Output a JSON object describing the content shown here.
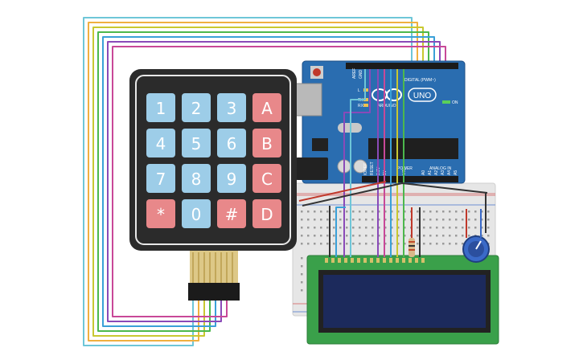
{
  "keypad": {
    "rows": [
      [
        {
          "label": "1",
          "type": "digit"
        },
        {
          "label": "2",
          "type": "digit"
        },
        {
          "label": "3",
          "type": "digit"
        },
        {
          "label": "A",
          "type": "letter"
        }
      ],
      [
        {
          "label": "4",
          "type": "digit"
        },
        {
          "label": "5",
          "type": "digit"
        },
        {
          "label": "6",
          "type": "digit"
        },
        {
          "label": "B",
          "type": "letter"
        }
      ],
      [
        {
          "label": "7",
          "type": "digit"
        },
        {
          "label": "8",
          "type": "digit"
        },
        {
          "label": "9",
          "type": "digit"
        },
        {
          "label": "C",
          "type": "letter"
        }
      ],
      [
        {
          "label": "*",
          "type": "letter"
        },
        {
          "label": "0",
          "type": "digit"
        },
        {
          "label": "#",
          "type": "letter"
        },
        {
          "label": "D",
          "type": "letter"
        }
      ]
    ]
  },
  "arduino": {
    "brand": "ARDUINO",
    "model": "UNO",
    "digital_label": "DIGITAL (PWM~)",
    "power_label": "POWER",
    "analog_label": "ANALOG IN",
    "on_label": "ON",
    "tx_label": "TX",
    "rx_label": "RX",
    "l_label": "L",
    "aref_label": "AREF",
    "gnd_label": "GND",
    "ioref_label": "IOREF",
    "reset_label": "RESET",
    "v33_label": "3.3V",
    "v5_label": "5V",
    "vin_label": "VIN",
    "analog_pins": [
      "A0",
      "A1",
      "A2",
      "A3",
      "A4",
      "A5"
    ]
  },
  "colors": {
    "keypad_body": "#2b2b2b",
    "key_digit": "#9dcde8",
    "key_letter": "#e8888a",
    "board_blue": "#2a6db0",
    "lcd_green": "#3aa04a",
    "lcd_screen": "#1c2a5c",
    "breadboard": "#e8e8e8"
  },
  "wires": [
    {
      "color": "#6ec6d8"
    },
    {
      "color": "#f0b040"
    },
    {
      "color": "#c8c830"
    },
    {
      "color": "#4cb84c"
    },
    {
      "color": "#3aa0d8"
    },
    {
      "color": "#8a4ab8"
    },
    {
      "color": "#c84898"
    },
    {
      "color": "#333333"
    }
  ]
}
